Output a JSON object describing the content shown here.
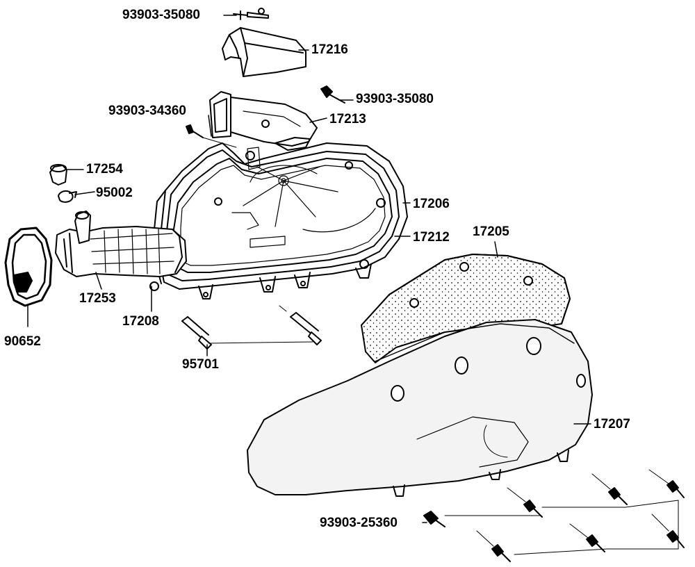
{
  "colors": {
    "ink": "#000000",
    "paper": "#ffffff",
    "shade": "#f3f3f3"
  },
  "labels": {
    "p93903_35080_top": "93903-35080",
    "p17216": "17216",
    "p93903_35080_mid": "93903-35080",
    "p93903_34360": "93903-34360",
    "p17213": "17213",
    "p17254": "17254",
    "p95002": "95002",
    "p17206": "17206",
    "p17212": "17212",
    "p17205": "17205",
    "p17253": "17253",
    "p17208": "17208",
    "p90652": "90652",
    "p95701": "95701",
    "p17207": "17207",
    "p93903_25360": "93903-25360"
  }
}
